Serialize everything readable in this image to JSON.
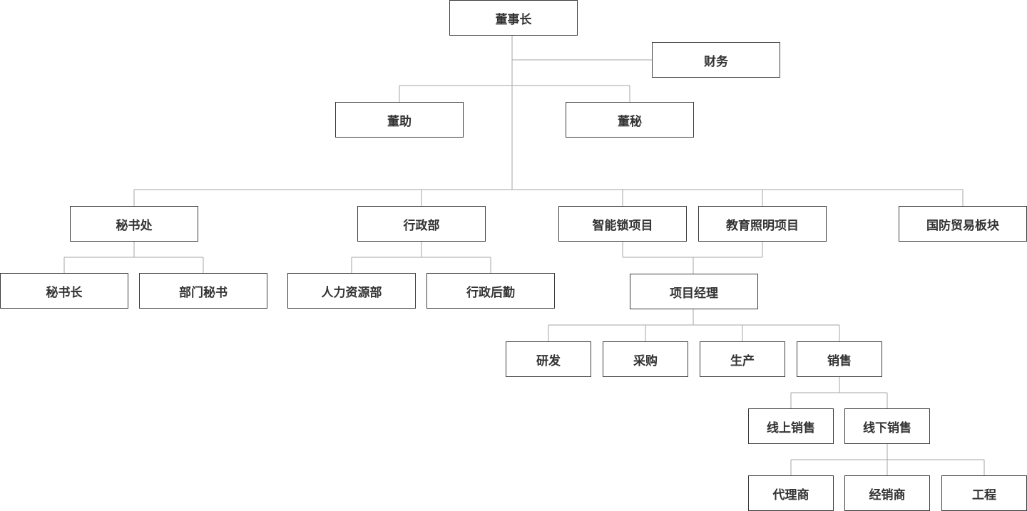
{
  "org_chart": {
    "chairman": "董事长",
    "finance": "财务",
    "board_assistant": "董助",
    "board_secretary": "董秘",
    "secretariat": "秘书处",
    "admin_dept": "行政部",
    "smart_lock_project": "智能锁项目",
    "education_lighting_project": "教育照明项目",
    "defense_trade": "国防贸易板块",
    "secretary_general": "秘书长",
    "dept_secretary": "部门秘书",
    "hr_dept": "人力资源部",
    "admin_logistics": "行政后勤",
    "project_manager": "项目经理",
    "rnd": "研发",
    "procurement": "采购",
    "production": "生产",
    "sales": "销售",
    "online_sales": "线上销售",
    "offline_sales": "线下销售",
    "agent": "代理商",
    "distributor": "经销商",
    "engineering": "工程"
  }
}
